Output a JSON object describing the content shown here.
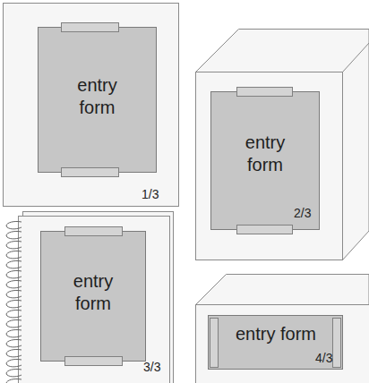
{
  "diagram": {
    "nodes": [
      {
        "text": [
          "entry form"
        ]
      },
      {
        "text": [
          "entry form"
        ]
      },
      {
        "text": [
          "entry form"
        ]
      },
      {
        "text": [
          "entry form"
        ]
      }
    ],
    "labels": [
      "1/3",
      "2/3",
      "3/3",
      "4/3"
    ]
  }
}
